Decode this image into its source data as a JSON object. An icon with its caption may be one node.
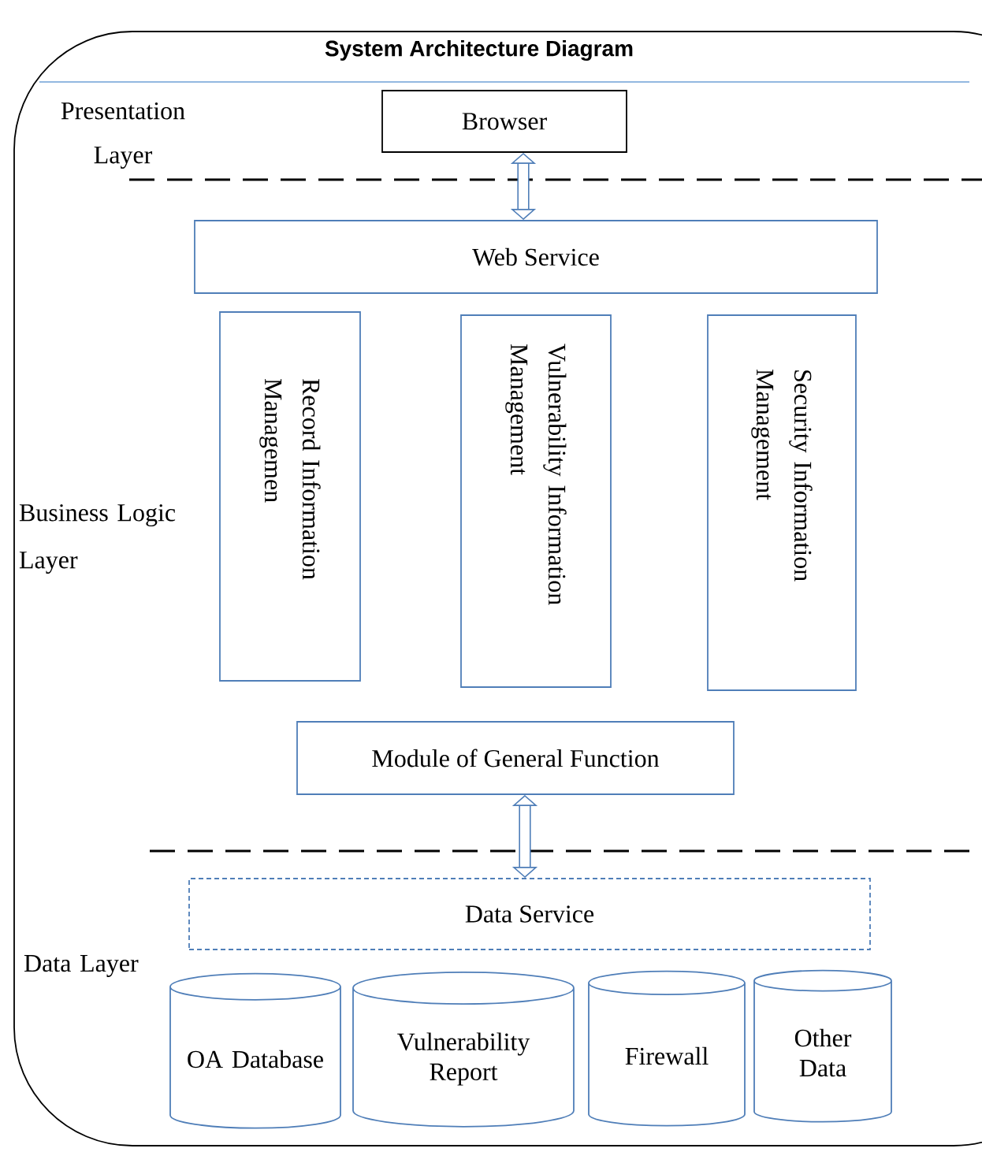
{
  "diagram": {
    "title": "System Architecture Diagram",
    "nodes": [
      {
        "text": [
          "Browser"
        ]
      },
      {
        "text": [
          "Web Service"
        ]
      },
      {
        "text": [
          "Record Information Managemen"
        ]
      },
      {
        "text": [
          "Vulnerability Information Management"
        ]
      },
      {
        "text": [
          "Security Information Management"
        ]
      },
      {
        "text": [
          "Module of General Function"
        ]
      },
      {
        "text": [
          "Data Service"
        ]
      },
      {
        "text": [
          "OA Database"
        ]
      },
      {
        "text": [
          "Vulnerability Report"
        ]
      },
      {
        "text": [
          "Firewall"
        ]
      },
      {
        "text": [
          "Other Data"
        ]
      }
    ],
    "edges": [
      {
        "from": 0,
        "to": 1,
        "arrow": "both"
      },
      {
        "from": 5,
        "to": 6,
        "arrow": "both"
      }
    ],
    "labels": [
      "Presentation Layer",
      "Business Logic Layer",
      "Data Layer"
    ]
  }
}
